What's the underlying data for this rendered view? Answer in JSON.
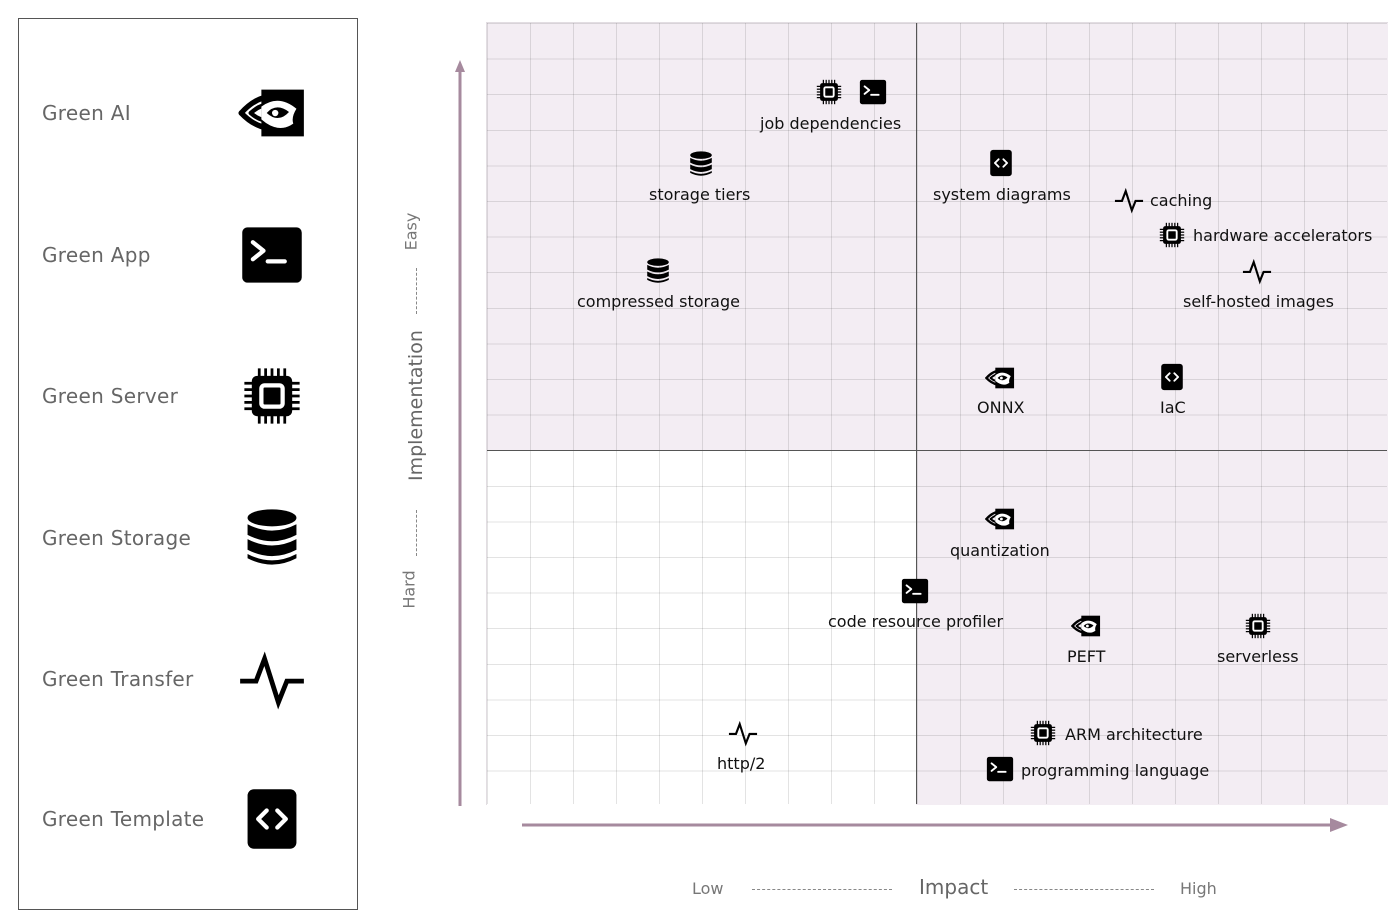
{
  "legend": [
    {
      "label": "Green AI",
      "icon": "eye-icon"
    },
    {
      "label": "Green App",
      "icon": "terminal-icon"
    },
    {
      "label": "Green Server",
      "icon": "chip-icon"
    },
    {
      "label": "Green Storage",
      "icon": "database-icon"
    },
    {
      "label": "Green Transfer",
      "icon": "pulse-icon"
    },
    {
      "label": "Green Template",
      "icon": "code-icon"
    }
  ],
  "axes": {
    "y_title": "Implementation",
    "y_low": "Hard",
    "y_high": "Easy",
    "x_title": "Impact",
    "x_low": "Low",
    "x_high": "High"
  },
  "colors": {
    "quadrant_fill": "#f3edf3",
    "axis_arrow": "#a68a9e",
    "icon": "#000000"
  },
  "points": [
    {
      "label": "job dependencies",
      "icons": [
        "chip-icon",
        "terminal-icon"
      ]
    },
    {
      "label": "storage tiers",
      "icons": [
        "database-icon"
      ]
    },
    {
      "label": "system diagrams",
      "icons": [
        "code-icon"
      ]
    },
    {
      "label": "caching",
      "icons": [
        "pulse-icon"
      ]
    },
    {
      "label": "hardware accelerators",
      "icons": [
        "chip-icon"
      ]
    },
    {
      "label": "self-hosted images",
      "icons": [
        "pulse-icon"
      ]
    },
    {
      "label": "compressed storage",
      "icons": [
        "database-icon"
      ]
    },
    {
      "label": "ONNX",
      "icons": [
        "eye-icon"
      ]
    },
    {
      "label": "IaC",
      "icons": [
        "code-icon"
      ]
    },
    {
      "label": "quantization",
      "icons": [
        "eye-icon"
      ]
    },
    {
      "label": "code resource profiler",
      "icons": [
        "terminal-icon"
      ]
    },
    {
      "label": "PEFT",
      "icons": [
        "eye-icon"
      ]
    },
    {
      "label": "serverless",
      "icons": [
        "chip-icon"
      ]
    },
    {
      "label": "http/2",
      "icons": [
        "pulse-icon"
      ]
    },
    {
      "label": "ARM architecture",
      "icons": [
        "chip-icon"
      ]
    },
    {
      "label": "programming language",
      "icons": [
        "terminal-icon"
      ]
    }
  ]
}
